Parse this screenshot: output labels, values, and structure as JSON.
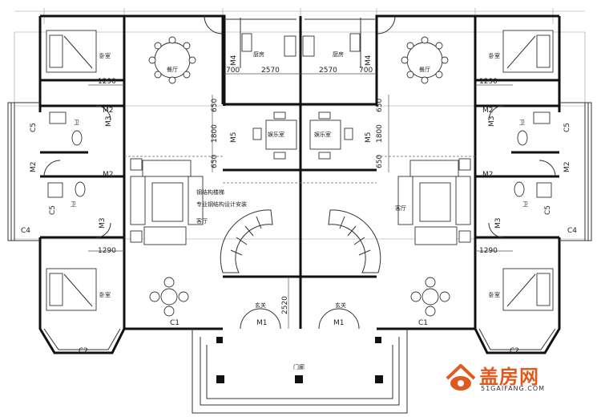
{
  "rooms": {
    "bedroom": "卧室",
    "dining": "餐厅",
    "kitchen": "厨房",
    "entertainment": "娱乐室",
    "bath": "卫",
    "living": "客厅",
    "foyer": "玄关",
    "porch": "门廊"
  },
  "notes": {
    "stair_line1": "钢结构楼梯",
    "stair_line2": "专业钢结构设计安装"
  },
  "dimensions": {
    "d1290": "1290",
    "d700": "700",
    "d2570": "2570",
    "d650": "650",
    "d1800": "1800",
    "d2520": "2520"
  },
  "tags": {
    "c1": "C1",
    "c2": "C2",
    "c4": "C4",
    "c5": "C5",
    "m1": "M1",
    "m2": "M2",
    "m3": "M3",
    "m4": "M4",
    "m5": "M5"
  },
  "logo": {
    "brand": "盖房网",
    "url": "51GAIFANG.COM"
  }
}
